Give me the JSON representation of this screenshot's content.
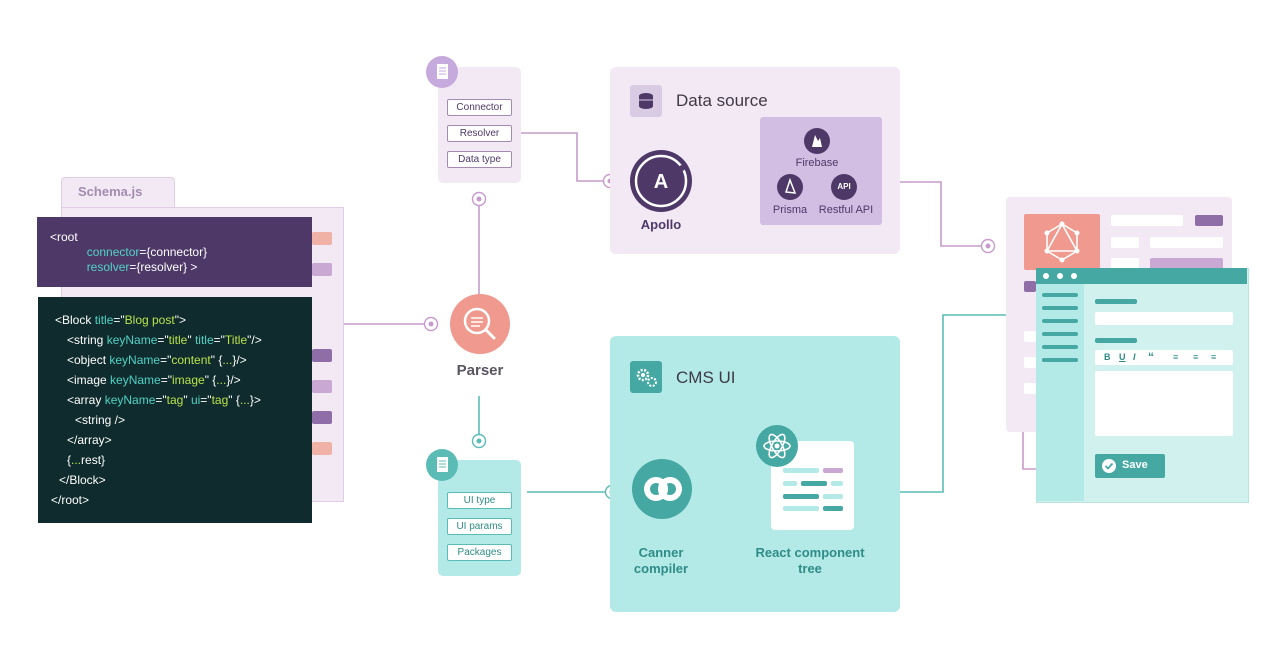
{
  "schema": {
    "file_label": "Schema.js",
    "root_lines": [
      {
        "a": "<root",
        "b": "",
        "c": "",
        "d": ""
      },
      {
        "a": "           ",
        "b": "connector",
        "c": "={connector}",
        "d": ""
      },
      {
        "a": "           ",
        "b": "resolver",
        "c": "={resolver} >",
        "d": ""
      }
    ],
    "code_lines": [
      "<Block ",
      "title",
      "=\"",
      "Blog post",
      "\">"
    ],
    "block": {
      "l1_open": "<Block ",
      "l1_attr": "title",
      "l1_eq": "=\"",
      "l1_val": "Blog post",
      "l1_close": "\">",
      "l2_open": "<string ",
      "l2_attr1": "keyName",
      "l2_eq1": "=\"",
      "l2_val1": "title",
      "l2_q1": "\" ",
      "l2_attr2": "title",
      "l2_eq2": "=\"",
      "l2_val2": "Title",
      "l2_close": "\"/>",
      "l3_open": "<object ",
      "l3_attr": "keyName",
      "l3_eq": "=\"",
      "l3_val": "content",
      "l3_mid": "\" {",
      "l3_dots": "...",
      "l3_close": "}/>",
      "l4_open": "<image ",
      "l4_attr": "keyName",
      "l4_eq": "=\"",
      "l4_val": "image",
      "l4_mid": "\" {",
      "l4_dots": "...",
      "l4_close": "}/>",
      "l5_open": "<array ",
      "l5_attr1": "keyName",
      "l5_eq1": "=\"",
      "l5_val1": "tag",
      "l5_q1": "\" ",
      "l5_attr2": "ui",
      "l5_eq2": "=\"",
      "l5_val2": "tag",
      "l5_mid": "\" {",
      "l5_dots": "...",
      "l5_close": "}>",
      "l6": "<string />",
      "l7": "</array>",
      "l8_open": "{",
      "l8_dots": "...",
      "l8_close": "rest}",
      "l9": "</Block>",
      "l10": "</root>"
    }
  },
  "parser": {
    "label": "Parser"
  },
  "connector_panel": {
    "items": [
      "Connector",
      "Resolver",
      "Data type"
    ]
  },
  "data_source": {
    "title": "Data source",
    "apollo_label": "Apollo",
    "firebase_label": "Firebase",
    "prisma_label": "Prisma",
    "restful_label": "Restful API",
    "api_badge": "API"
  },
  "packages_panel": {
    "items": [
      "UI type",
      "UI params",
      "Packages"
    ]
  },
  "cms_ui": {
    "title": "CMS UI",
    "canner_label": "Canner\ncompiler",
    "react_label": "React component\ntree"
  },
  "ui_mockup": {
    "save_label": "Save",
    "toolbar": [
      "B",
      "U",
      "I",
      "“",
      "≡",
      "≡",
      "≡"
    ]
  },
  "colors": {
    "purple_dark": "#4e3868",
    "purple_light": "#f3e9f4",
    "teal": "#45a8a3",
    "teal_light": "#b3eae7",
    "coral": "#f0998e",
    "code_bg": "#0f2b2d"
  }
}
